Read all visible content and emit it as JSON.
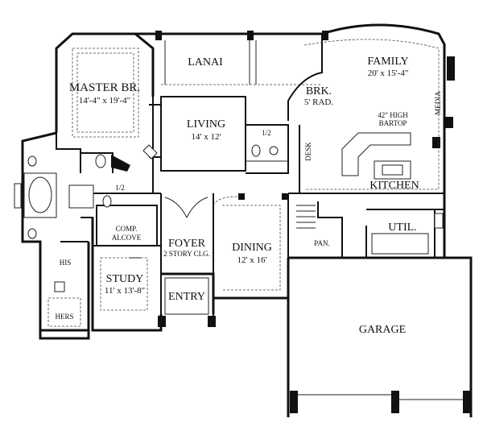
{
  "rooms": {
    "master": {
      "name": "MASTER BR.",
      "size": "14'-4\" x 19'-4\""
    },
    "lanai": {
      "name": "LANAI"
    },
    "family": {
      "name": "FAMILY",
      "size": "20' x 15'-4\""
    },
    "brk": {
      "name": "BRK.",
      "size": "5' RAD."
    },
    "living": {
      "name": "LIVING",
      "size": "14' x 12'"
    },
    "half_bath_left": {
      "name": "1/2"
    },
    "half_bath_center": {
      "name": "1/2"
    },
    "desk": {
      "name": "DESK"
    },
    "bartop": {
      "name": "42\" HIGH",
      "line2": "BARTOP"
    },
    "kitchen": {
      "name": "KITCHEN"
    },
    "media": {
      "name": "MEDIA"
    },
    "comp": {
      "name": "COMP.",
      "line2": "ALCOVE"
    },
    "foyer": {
      "name": "FOYER",
      "size": "2 STORY CLG."
    },
    "dining": {
      "name": "DINING",
      "size": "12' x 16'"
    },
    "util": {
      "name": "UTIL."
    },
    "pan": {
      "name": "PAN."
    },
    "his": {
      "name": "HIS"
    },
    "hers": {
      "name": "HERS"
    },
    "study": {
      "name": "STUDY",
      "size": "11' x 13'-8\""
    },
    "entry": {
      "name": "ENTRY"
    },
    "garage": {
      "name": "GARAGE"
    }
  }
}
